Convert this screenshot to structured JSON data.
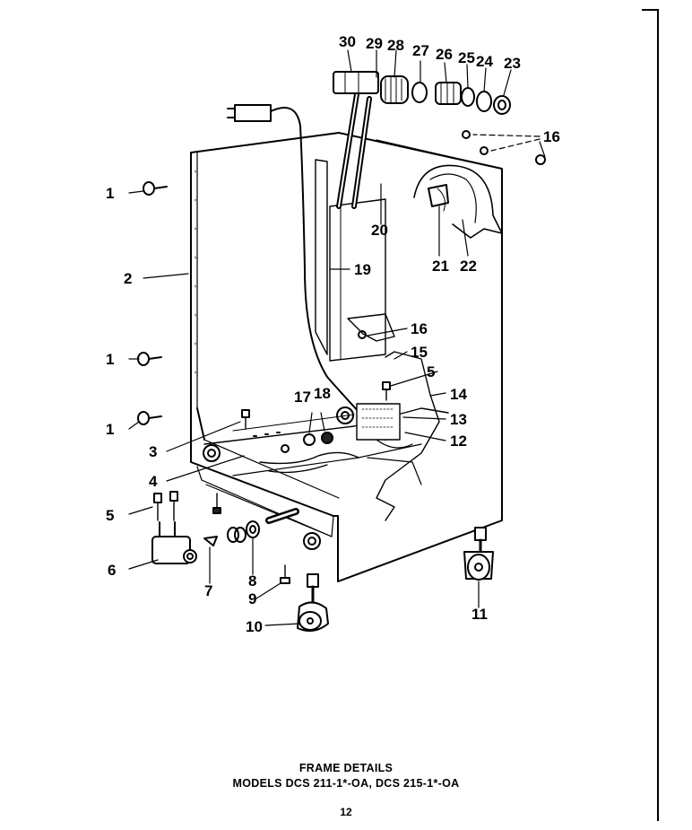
{
  "caption": {
    "title": "FRAME DETAILS",
    "models": "MODELS DCS 211-1*-OA,  DCS 215-1*-OA"
  },
  "page_number": "12",
  "part_callouts": [
    {
      "id": "1a",
      "label": "1"
    },
    {
      "id": "1b",
      "label": "1"
    },
    {
      "id": "1c",
      "label": "1"
    },
    {
      "id": "2",
      "label": "2"
    },
    {
      "id": "3",
      "label": "3"
    },
    {
      "id": "4",
      "label": "4"
    },
    {
      "id": "5a",
      "label": "5"
    },
    {
      "id": "5b",
      "label": "5"
    },
    {
      "id": "6",
      "label": "6"
    },
    {
      "id": "7",
      "label": "7"
    },
    {
      "id": "8",
      "label": "8"
    },
    {
      "id": "9",
      "label": "9"
    },
    {
      "id": "10",
      "label": "10"
    },
    {
      "id": "11",
      "label": "11"
    },
    {
      "id": "12",
      "label": "12"
    },
    {
      "id": "13",
      "label": "13"
    },
    {
      "id": "14",
      "label": "14"
    },
    {
      "id": "15",
      "label": "15"
    },
    {
      "id": "16a",
      "label": "16"
    },
    {
      "id": "16b",
      "label": "16"
    },
    {
      "id": "17",
      "label": "17"
    },
    {
      "id": "18",
      "label": "18"
    },
    {
      "id": "19",
      "label": "19"
    },
    {
      "id": "20",
      "label": "20"
    },
    {
      "id": "21",
      "label": "21"
    },
    {
      "id": "22",
      "label": "22"
    },
    {
      "id": "23",
      "label": "23"
    },
    {
      "id": "24",
      "label": "24"
    },
    {
      "id": "25",
      "label": "25"
    },
    {
      "id": "26",
      "label": "26"
    },
    {
      "id": "27",
      "label": "27"
    },
    {
      "id": "28",
      "label": "28"
    },
    {
      "id": "29",
      "label": "29"
    },
    {
      "id": "30",
      "label": "30"
    }
  ]
}
